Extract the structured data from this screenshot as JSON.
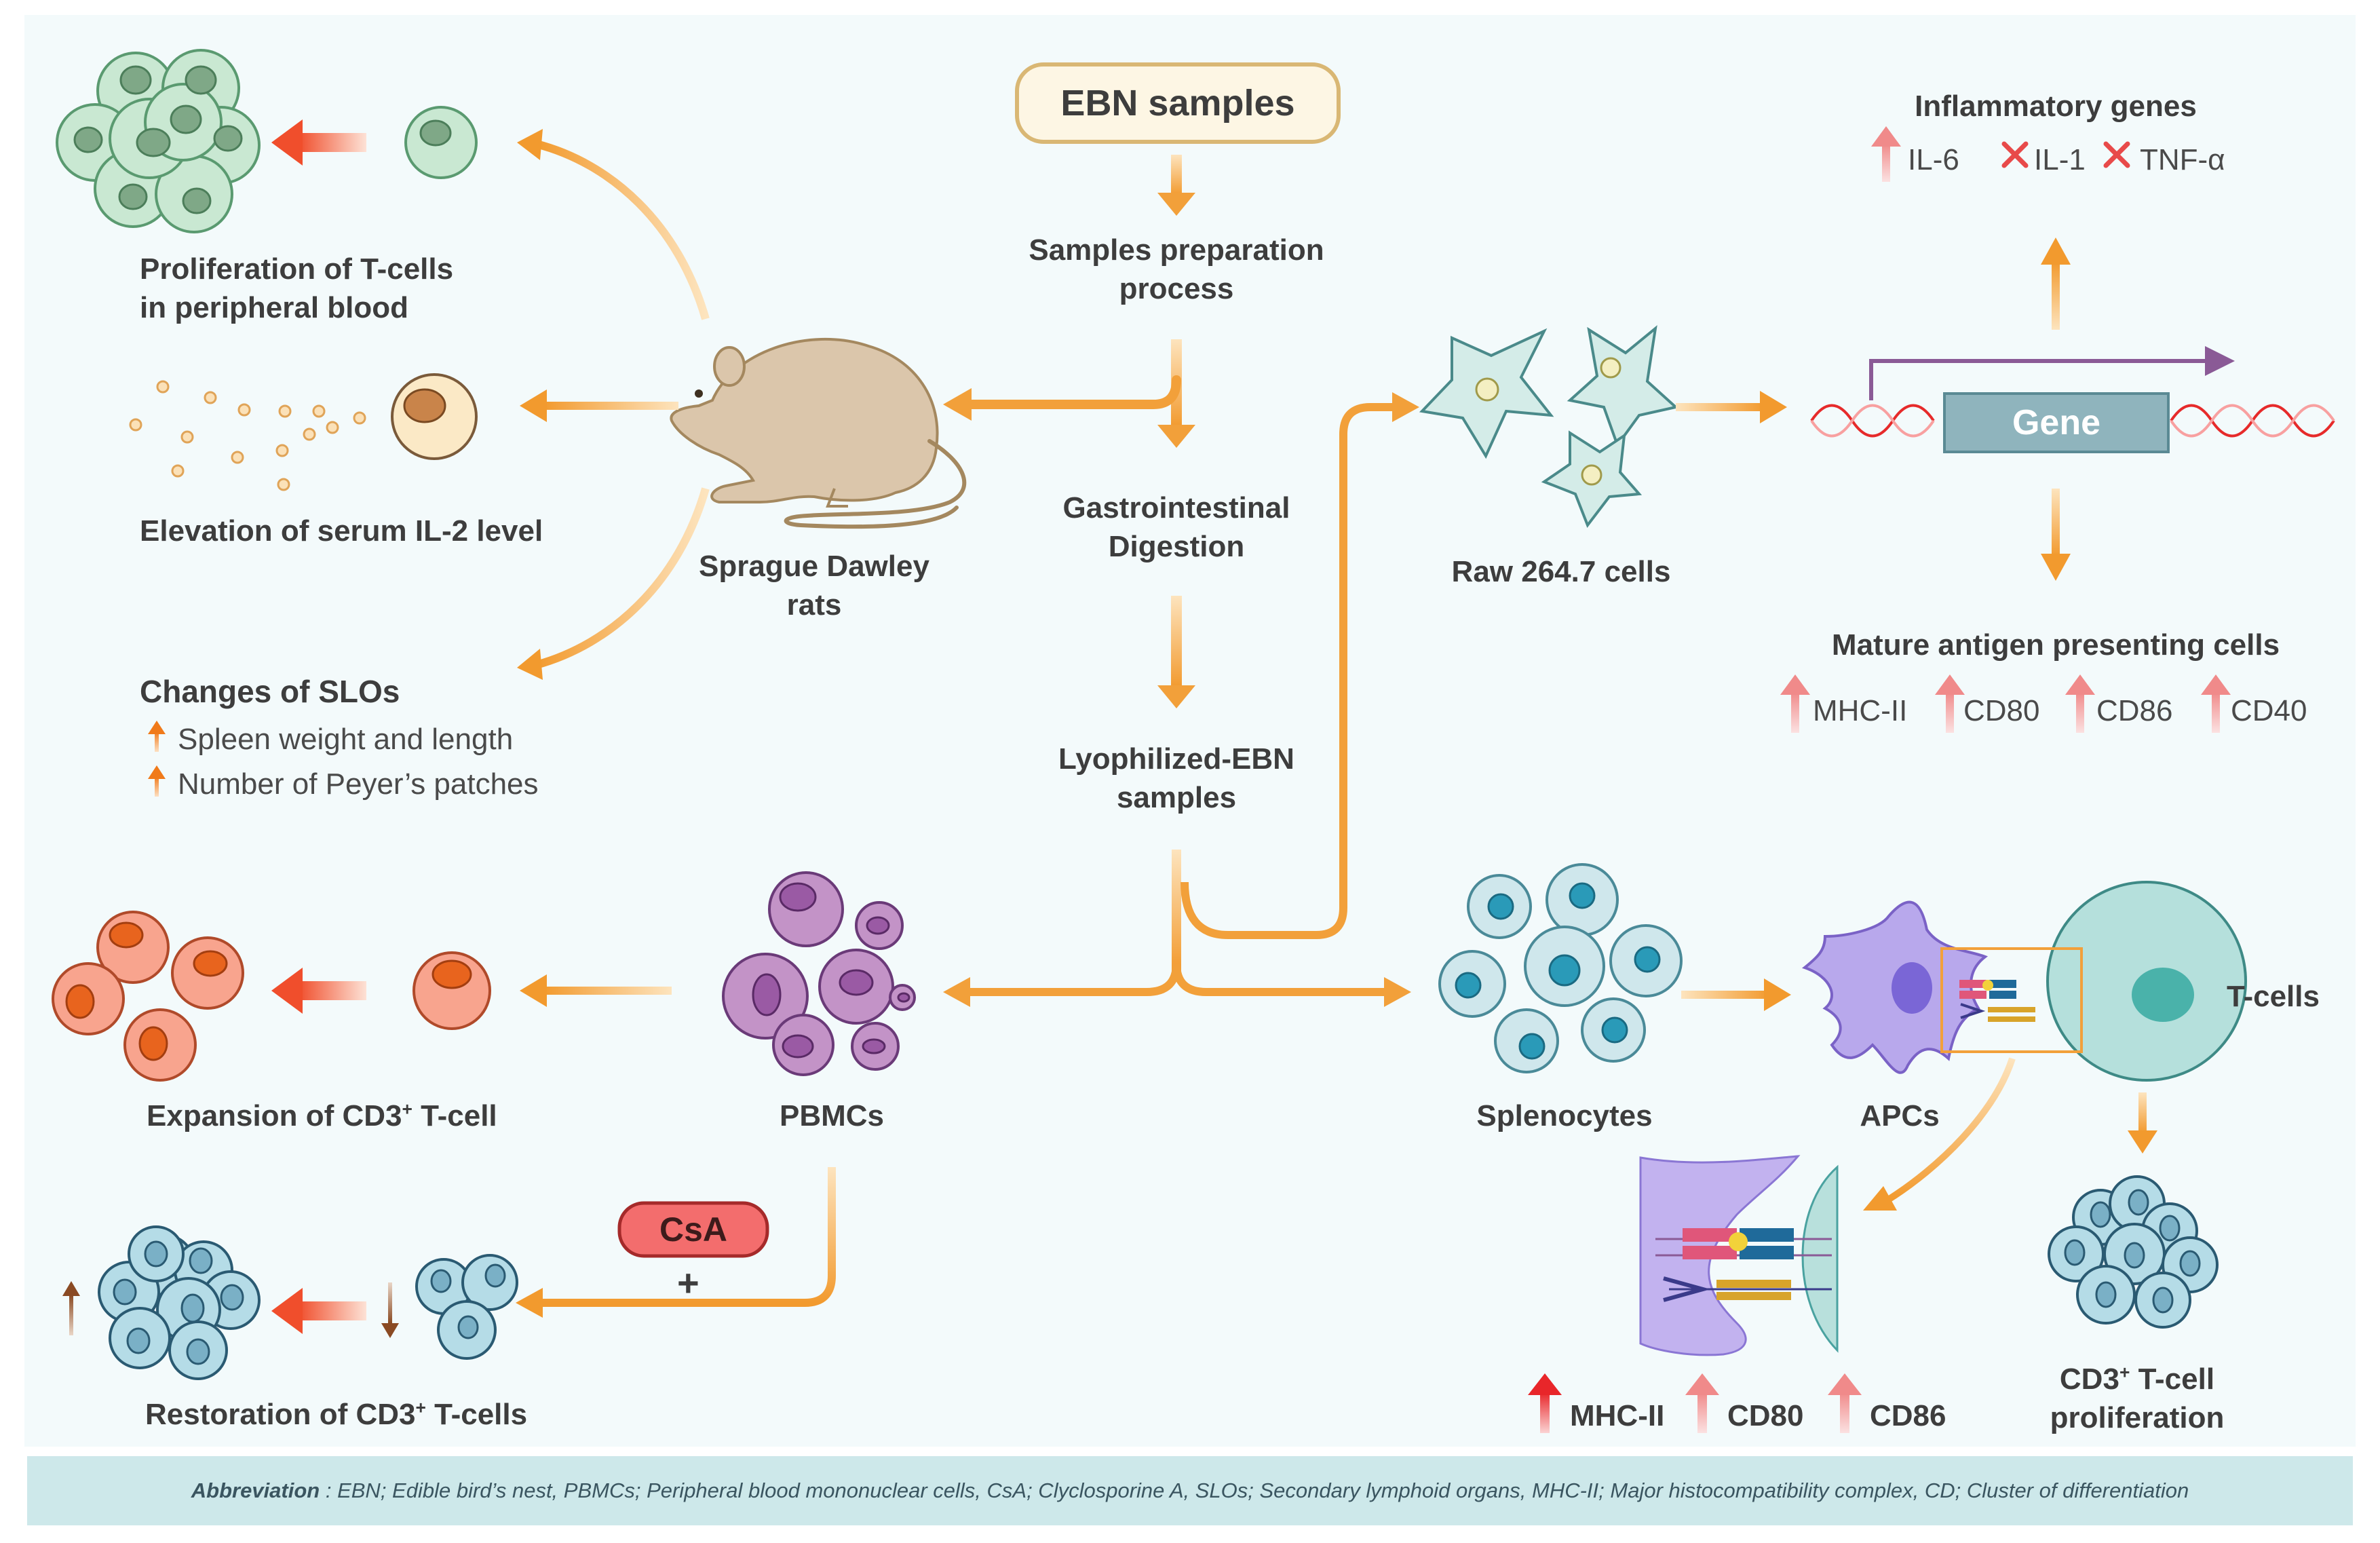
{
  "ebn_samples": "EBN samples",
  "center_steps": {
    "prep_line1": "Samples preparation",
    "prep_line2": "process",
    "digest_line1": "Gastrointestinal",
    "digest_line2": "Digestion",
    "lyo_line1": "Lyophilized-EBN",
    "lyo_line2": "samples"
  },
  "rats": {
    "line1": "Sprague Dawley",
    "line2": "rats"
  },
  "left_outcomes": {
    "tcell_prolif_line1": "Proliferation of T-cells",
    "tcell_prolif_line2": "in peripheral blood",
    "il2": "Elevation of serum IL-2 level",
    "slo_title": "Changes of SLOs",
    "slo_items": [
      "Spleen weight and length",
      "Number of Peyer’s patches"
    ]
  },
  "pbmc": {
    "label": "PBMCs",
    "expansion_prefix": "Expansion of CD3",
    "expansion_sup": "+",
    "expansion_suffix": " T-cell",
    "csa": "CsA",
    "plus": "+",
    "restoration_prefix": "Restoration of CD3",
    "restoration_sup": "+",
    "restoration_suffix": " T-cells"
  },
  "raw_cells": {
    "label": "Raw 264.7 cells"
  },
  "gene": {
    "label": "Gene"
  },
  "inflammatory": {
    "title": "Inflammatory genes",
    "items": [
      {
        "label": "IL-6",
        "marker": "up-arrow"
      },
      {
        "label": "IL-1",
        "marker": "cross"
      },
      {
        "label": "TNF-α",
        "marker": "cross"
      }
    ]
  },
  "mature_apc": {
    "title": "Mature antigen presenting cells",
    "markers": [
      "MHC-II",
      "CD80",
      "CD86",
      "CD40"
    ]
  },
  "splenocytes": {
    "label": "Splenocytes"
  },
  "apcs": {
    "label": "APCs"
  },
  "tcells": {
    "label": "T-cells"
  },
  "synapse_markers": [
    "MHC-II",
    "CD80",
    "CD86"
  ],
  "cd3_prolif": {
    "line1_prefix": "CD3",
    "line1_sup": "+",
    "line1_suffix": " T-cell",
    "line2": "proliferation"
  },
  "abbreviation": {
    "label": "Abbreviation",
    "text": " : EBN; Edible bird’s nest, PBMCs; Peripheral blood mononuclear cells, CsA; Clyclosporine A, SLOs; Secondary lymphoid organs, MHC-II; Major histocompatibility complex, CD; Cluster of differentiation"
  },
  "colors": {
    "flow_arrow": "#f2a03a",
    "red_arrow": "#f04e2c",
    "up_arrow_pink": "#f28c8c",
    "cross_red": "#e84a4a",
    "gene_box": "#8fb4bd",
    "csa_box": "#f36d6d",
    "abbr_band": "#cde8ea"
  }
}
